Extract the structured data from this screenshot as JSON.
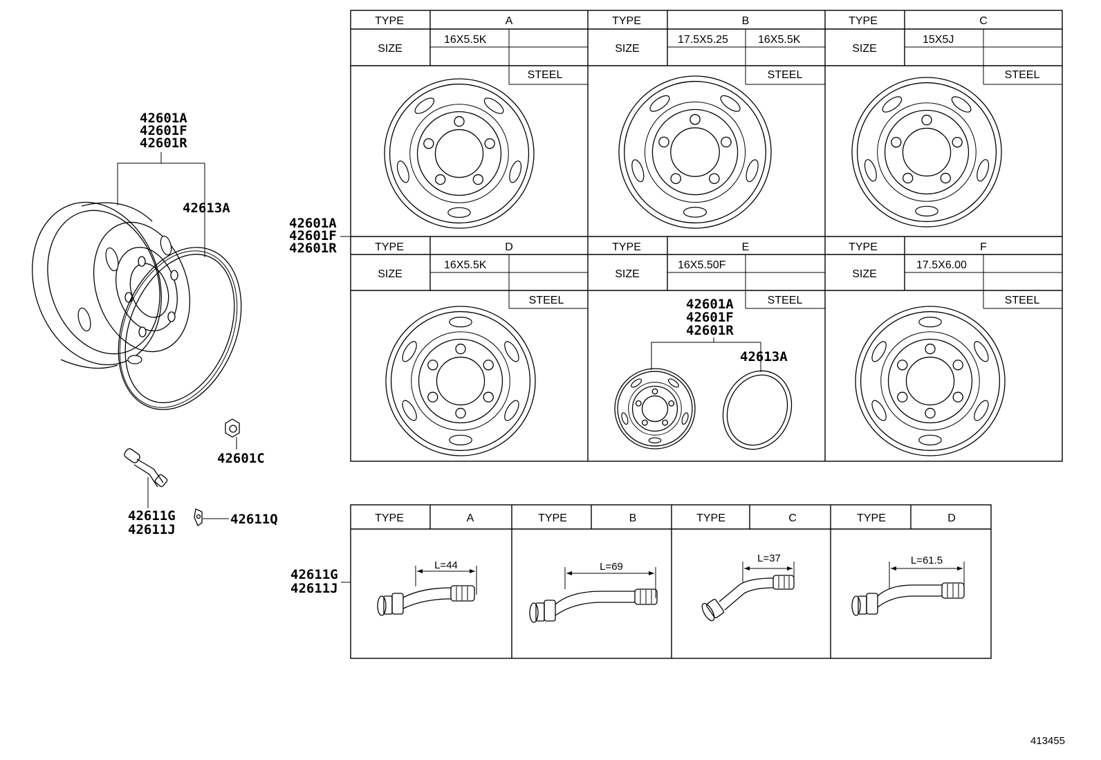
{
  "wheel_labels": [
    "42601A",
    "42601F",
    "42601R"
  ],
  "rim_label": "42613A",
  "nut_label": "42601C",
  "valve_labels": [
    "42611G",
    "42611J"
  ],
  "clip_label": "42611Q",
  "header_type": "TYPE",
  "header_size": "SIZE",
  "material": "STEEL",
  "wheel_types": [
    {
      "type": "A",
      "sizes": [
        "16X5.5K",
        ""
      ]
    },
    {
      "type": "B",
      "sizes": [
        "17.5X5.25",
        "16X5.5K"
      ]
    },
    {
      "type": "C",
      "sizes": [
        "15X5J",
        ""
      ]
    },
    {
      "type": "D",
      "sizes": [
        "16X5.5K",
        ""
      ]
    },
    {
      "type": "E",
      "sizes": [
        "16X5.50F",
        ""
      ]
    },
    {
      "type": "F",
      "sizes": [
        "17.5X6.00",
        ""
      ]
    }
  ],
  "valve_types": [
    {
      "type": "A",
      "length": "L=44"
    },
    {
      "type": "B",
      "length": "L=69"
    },
    {
      "type": "C",
      "length": "L=37"
    },
    {
      "type": "D",
      "length": "L=61.5"
    }
  ],
  "figure_id": "413455"
}
